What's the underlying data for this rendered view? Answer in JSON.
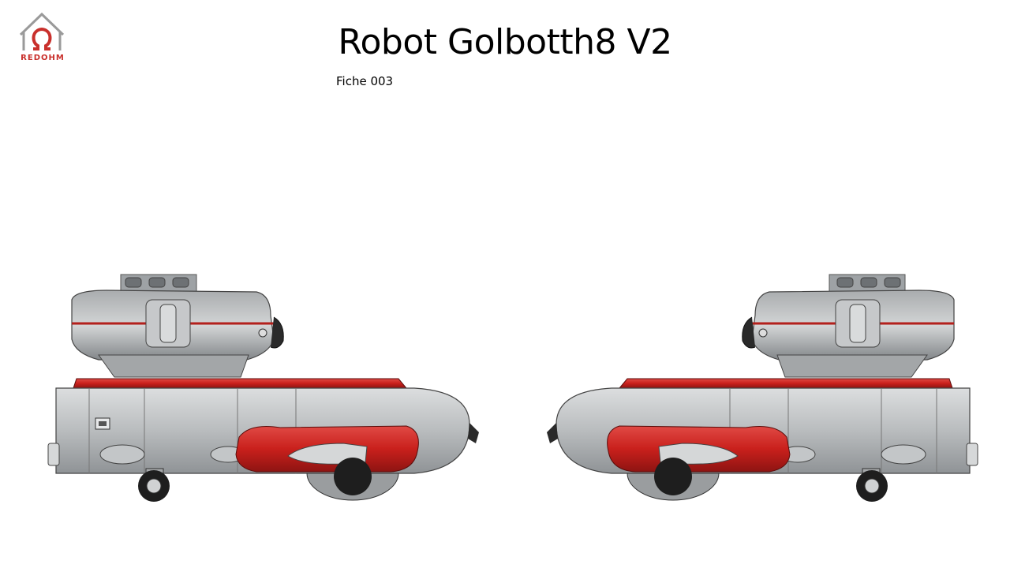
{
  "slide": {
    "logo_text": "REDOHM",
    "title": "Robot Golbotth8 V2",
    "subtitle": "Fiche 003"
  },
  "colors": {
    "accent_red": "#c9302c",
    "body_grey": "#b5b8bb",
    "wheel_dark": "#1e1e1e"
  },
  "icons": {
    "logo": "omega-house-logo",
    "usb_port": "usb-b-port-icon"
  }
}
